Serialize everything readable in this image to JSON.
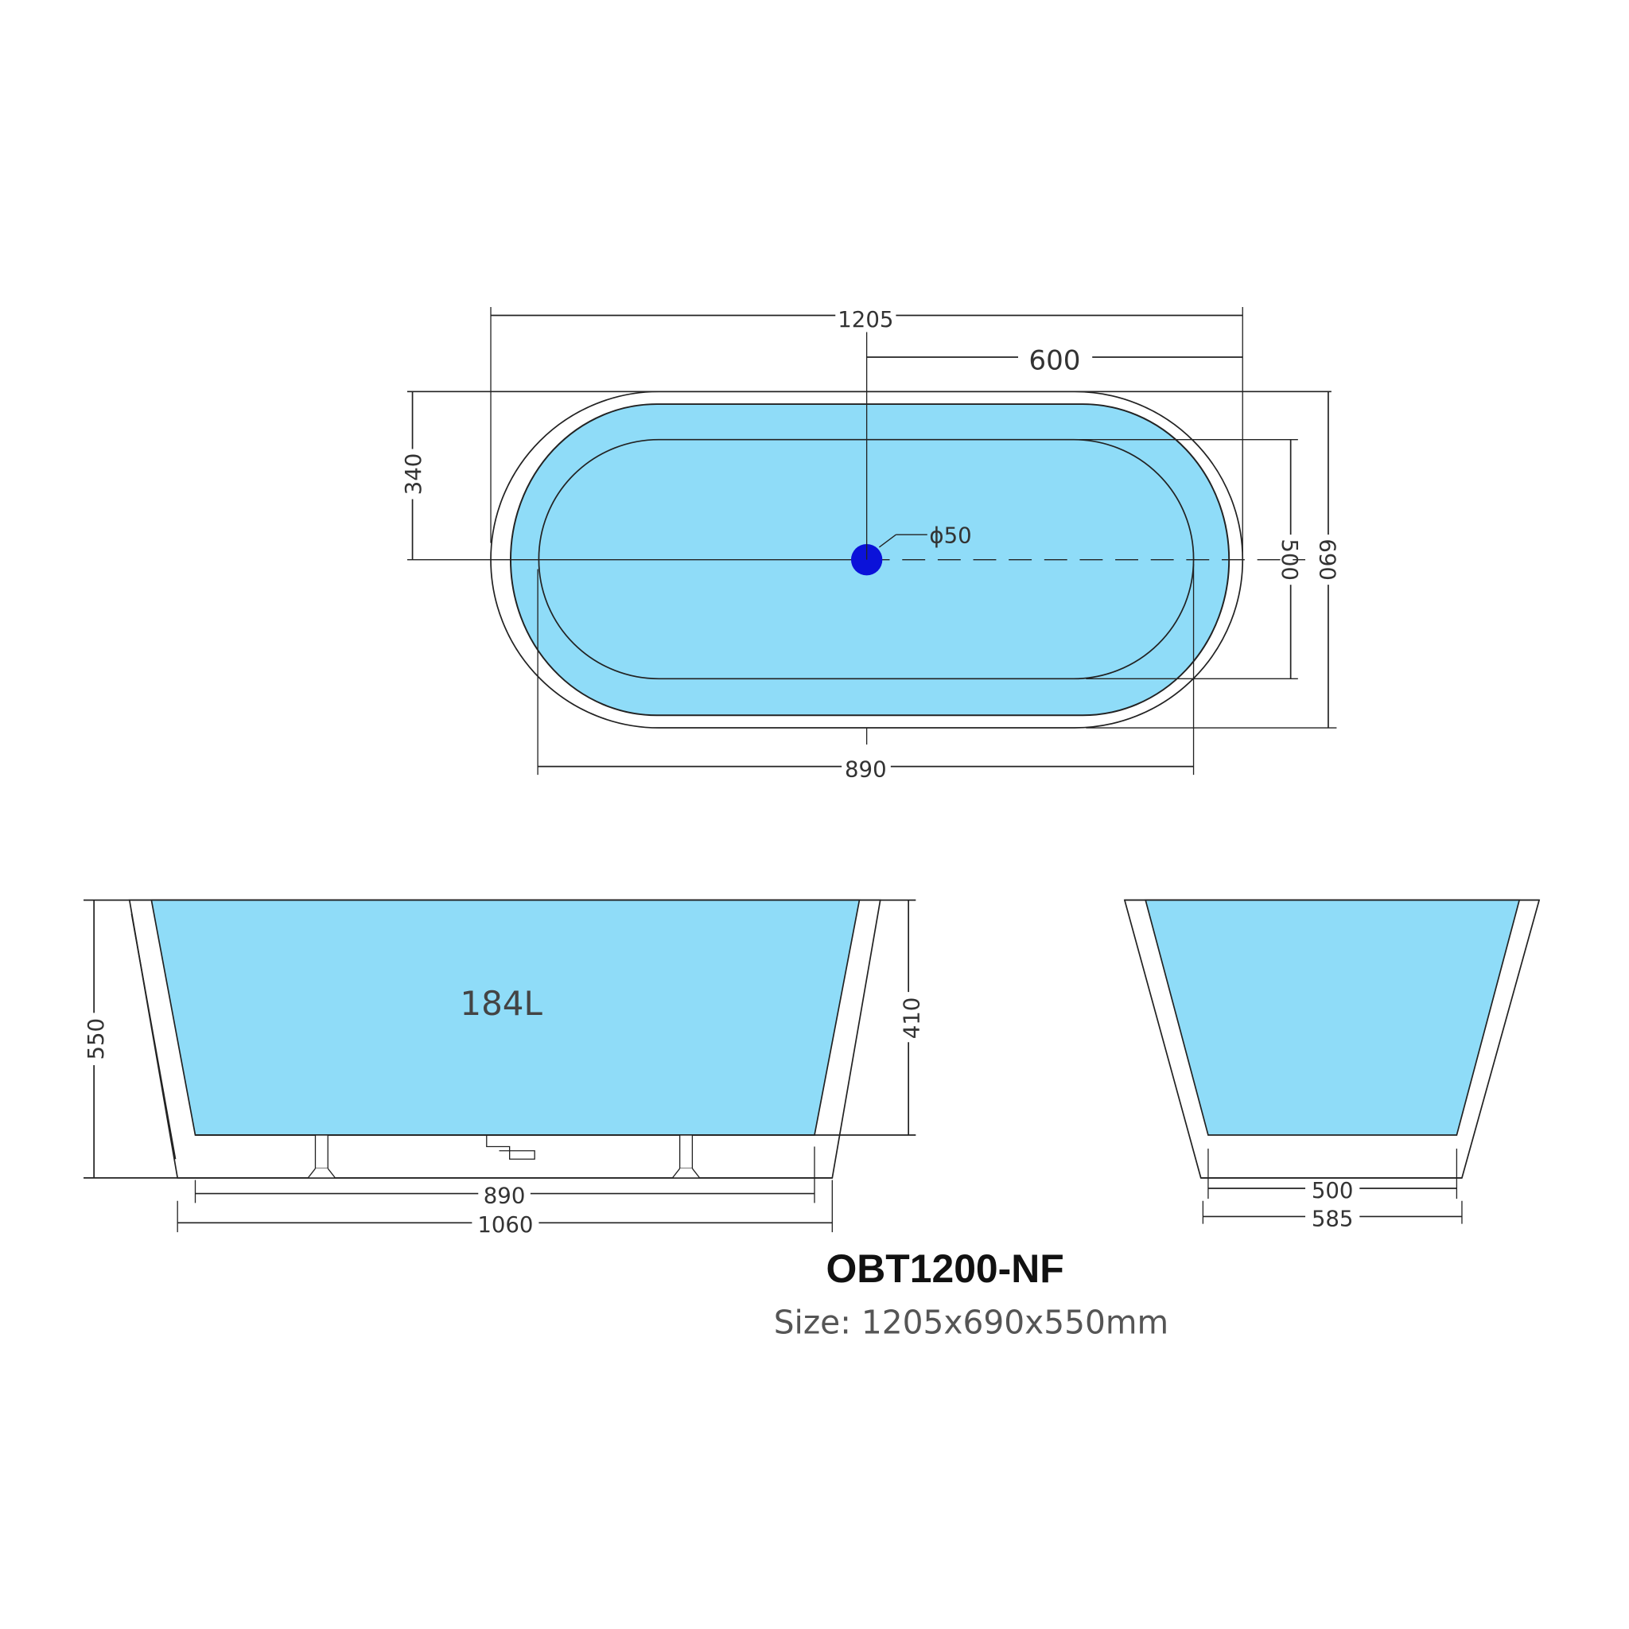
{
  "colors": {
    "water": "#8fdcf8",
    "drain": "#0b12d9",
    "line": "#222222"
  },
  "top_view": {
    "overall_length": "1205",
    "drain_offset": "600",
    "drain_offset_side": "340",
    "inner_width": "500",
    "overall_width": "690",
    "inner_length": "890",
    "drain_diameter": "ϕ50"
  },
  "side_view": {
    "capacity": "184L",
    "overall_height": "550",
    "water_depth": "410",
    "base_inner_length": "890",
    "base_outer_length": "1060"
  },
  "end_view": {
    "base_inner_width": "500",
    "base_outer_width": "585"
  },
  "model": "OBT1200-NF",
  "size": "Size: 1205x690x550mm"
}
